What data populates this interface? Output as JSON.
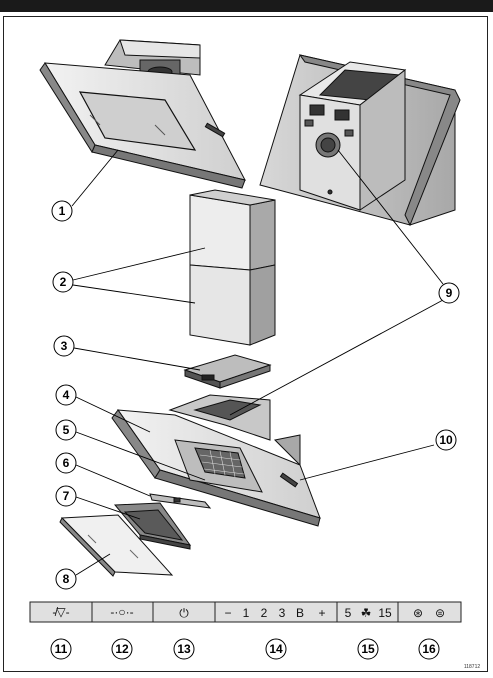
{
  "callouts": {
    "c1": "1",
    "c2": "2",
    "c3": "3",
    "c4": "4",
    "c5": "5",
    "c6": "6",
    "c7": "7",
    "c8": "8",
    "c9": "9",
    "c10": "10",
    "c11": "11",
    "c12": "12",
    "c13": "13",
    "c14": "14",
    "c15": "15",
    "c16": "16"
  },
  "control_panel": {
    "light_symbol": "-̸▽-",
    "dim_symbol": "-·○·-",
    "power_symbol": "⏻",
    "fan_minus": "−",
    "fan_1": "1",
    "fan_2": "2",
    "fan_3": "3",
    "fan_b": "B",
    "fan_plus": "+",
    "timer_5": "5",
    "timer_fan": "☘",
    "timer_15": "15",
    "filter_grease": "⊛",
    "filter_charcoal": "⊜"
  },
  "diagram_code": "118712"
}
